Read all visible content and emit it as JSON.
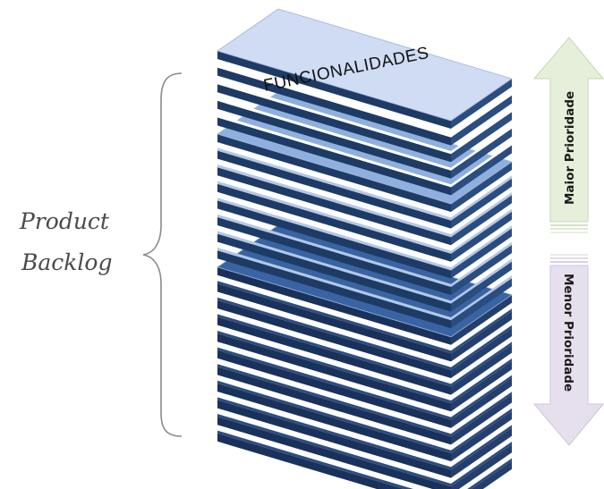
{
  "backlog_label": {
    "line1": "Product",
    "line2": "Backlog"
  },
  "stack": {
    "title": "FUNCIONALIDADES",
    "groups": [
      {
        "name": "high-priority",
        "layers": 5,
        "top_color": "#cfdcf4",
        "side_color": "#2b4d7f",
        "front_color": "#1e3b66",
        "stripe_color": "#ffffff"
      },
      {
        "name": "medium-priority",
        "layers": 8,
        "top_color": "#8fb0de",
        "side_color": "#2a4c7e",
        "front_color": "#1e3b66",
        "stripe_color": "#b3c7e8"
      },
      {
        "name": "low-priority",
        "layers": 11,
        "top_color": "#3a63a3",
        "side_color": "#243f6c",
        "front_color": "#1a3159",
        "stripe_color": "#2c4d82"
      }
    ]
  },
  "arrows": {
    "up": {
      "label": "Maior Prioridade",
      "color": "#e6efd9",
      "border": "#c9d6b6"
    },
    "down": {
      "label": "Menor Prioridade",
      "color": "#e6e0ee",
      "border": "#cdc4db"
    }
  }
}
